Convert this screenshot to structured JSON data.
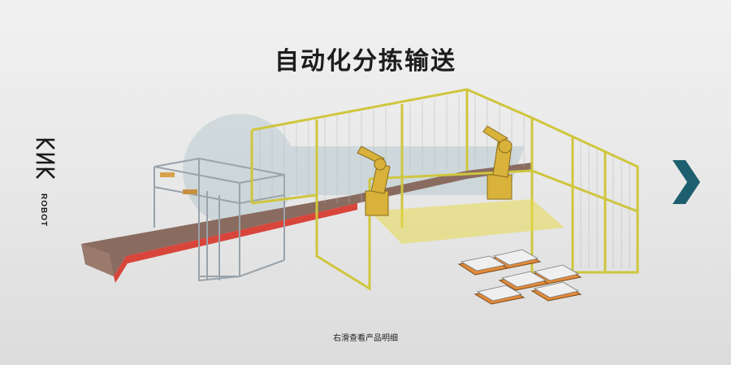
{
  "page": {
    "title": "自动化分拣输送",
    "hint": "右滑查看产品明细"
  },
  "brand": {
    "logo_icon": "knk-logo-icon",
    "sub_label": "ROBOT"
  },
  "navigation": {
    "next_icon": "chevron-right-icon"
  },
  "colors": {
    "title": "#1d1d1d",
    "arrow": "#1d5f6e",
    "fence": "#d9d24a",
    "conveyor_top": "#8a6b60",
    "conveyor_edge": "#d8453b",
    "robot": "#d8b23a",
    "tray": "#e08a3a"
  }
}
